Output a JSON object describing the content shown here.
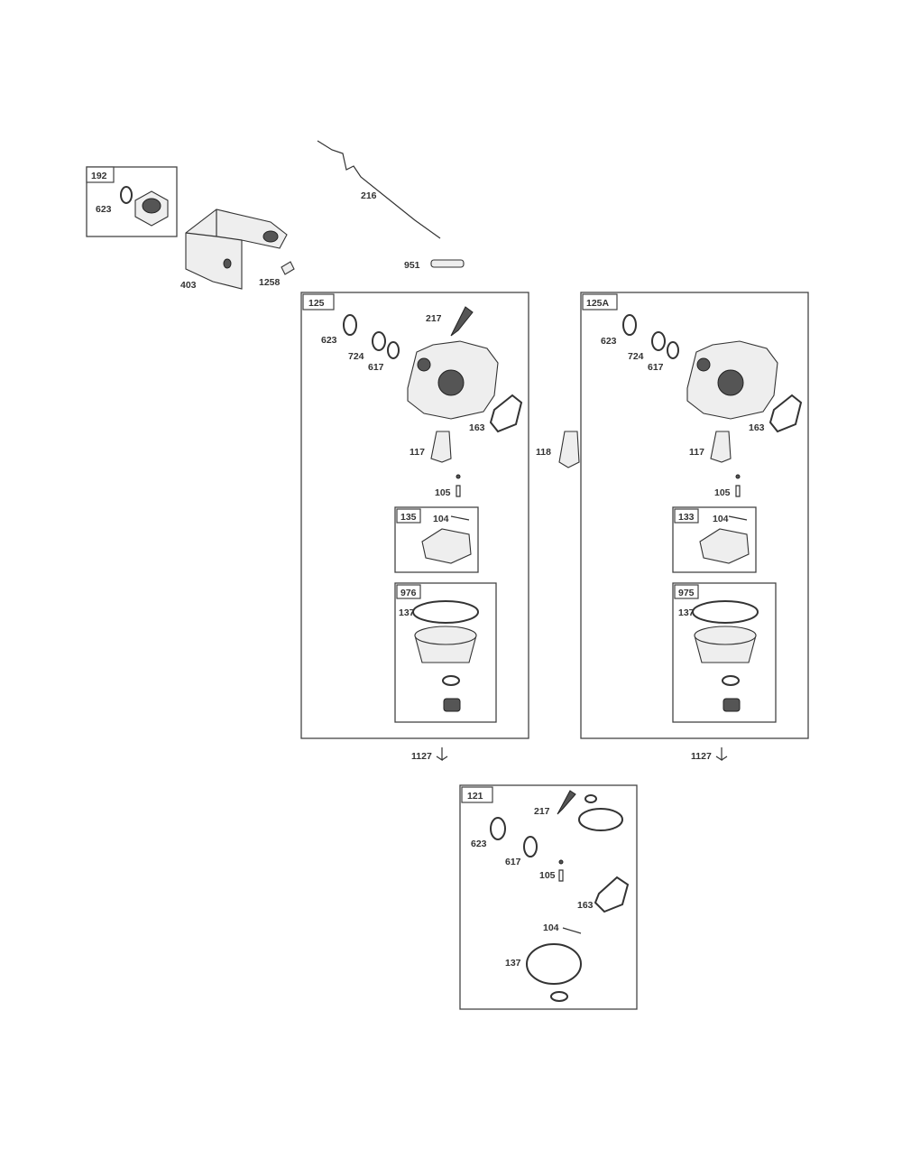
{
  "kits": {
    "k192": "192",
    "k125": "125",
    "k125a": "125A",
    "k135": "135",
    "k133": "133",
    "k976": "976",
    "k975": "975",
    "k121": "121"
  },
  "labels": {
    "top": {
      "p623": "623",
      "p403": "403",
      "p1258": "1258",
      "p216": "216",
      "p951": "951"
    },
    "k125": {
      "p217": "217",
      "p623": "623",
      "p724": "724",
      "p617": "617",
      "p163": "163",
      "p117": "117",
      "p105": "105",
      "p104": "104",
      "p137": "137",
      "p1127": "1127"
    },
    "center": {
      "p118": "118"
    },
    "k125a": {
      "p623": "623",
      "p724": "724",
      "p617": "617",
      "p163": "163",
      "p117": "117",
      "p105": "105",
      "p104": "104",
      "p137": "137",
      "p1127": "1127"
    },
    "k121": {
      "p217": "217",
      "p623": "623",
      "p617": "617",
      "p105": "105",
      "p163": "163",
      "p104": "104",
      "p137": "137"
    }
  }
}
